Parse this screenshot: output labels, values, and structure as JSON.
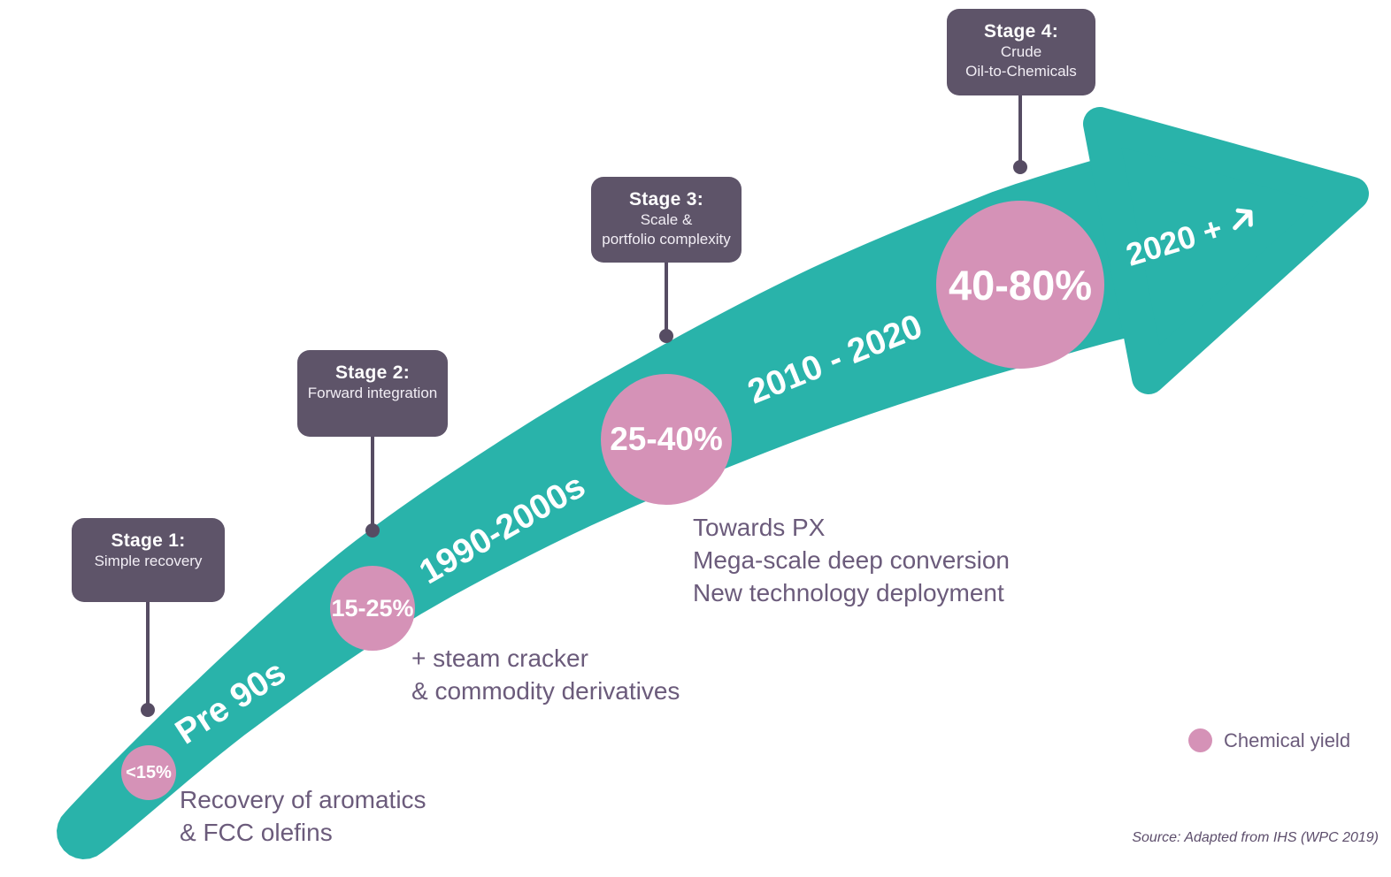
{
  "stages": [
    {
      "box_title": "Stage 1:",
      "box_lines": [
        "Simple recovery",
        ""
      ],
      "yield": "<15%",
      "period": "Pre 90s",
      "notes": [
        "Recovery of aromatics",
        "& FCC olefins",
        ""
      ]
    },
    {
      "box_title": "Stage 2:",
      "box_lines": [
        "Forward integration",
        ""
      ],
      "yield": "15-25%",
      "period": "1990-2000s",
      "notes": [
        "+ steam cracker",
        "& commodity derivatives",
        ""
      ]
    },
    {
      "box_title": "Stage 3:",
      "box_lines": [
        "Scale &",
        "portfolio complexity"
      ],
      "yield": "25-40%",
      "period": "2010 - 2020",
      "notes": [
        "Towards PX",
        "Mega-scale deep conversion",
        "New technology deployment"
      ]
    },
    {
      "box_title": "Stage 4:",
      "box_lines": [
        "Crude",
        "Oil-to-Chemicals"
      ],
      "yield": "40-80%",
      "period": "2020 +",
      "notes": [
        "",
        "",
        ""
      ]
    }
  ],
  "legend": {
    "label": "Chemical yield"
  },
  "source": "Source: Adapted from IHS (WPC 2019)",
  "icons": {
    "period4_arrow": "northeast-arrow"
  },
  "colors": {
    "arrow_body": "#29b3aa",
    "yield_circle": "#d592b7",
    "stage_box": "#5e5469",
    "connector": "#564c63",
    "note_text": "#6b5b7b",
    "source_text": "#5c4d6b",
    "on_arrow_text": "#ffffff"
  }
}
